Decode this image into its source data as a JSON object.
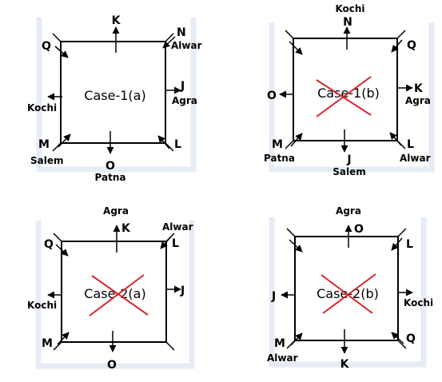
{
  "panels": [
    {
      "case_label": "Case-1(a)",
      "crossed": false,
      "labels": {
        "top": "K",
        "top_name": "",
        "top_left": "Q",
        "top_left_name": "",
        "top_right": "N",
        "top_right_name": "Alwar",
        "right": "J",
        "right_name": "Agra",
        "left": "",
        "left_name": "Kochi",
        "bottom_left": "M",
        "bottom_left_name": "Salem",
        "bottom_right": "L",
        "bottom_right_name": "",
        "bottom": "O",
        "bottom_name": "Patna"
      }
    },
    {
      "case_label": "Case-1(b)",
      "crossed": true,
      "labels": {
        "top": "N",
        "top_name": "Kochi",
        "top_left": "",
        "top_left_name": "",
        "top_right": "Q",
        "top_right_name": "",
        "right": "K",
        "right_name": "Agra",
        "left": "O",
        "left_name": "",
        "bottom_left": "M",
        "bottom_left_name": "Patna",
        "bottom_right": "L",
        "bottom_right_name": "Alwar",
        "bottom": "J",
        "bottom_name": "Salem"
      }
    },
    {
      "case_label": "Case-2(a)",
      "crossed": true,
      "labels": {
        "top": "K",
        "top_name": "Agra",
        "top_left": "Q",
        "top_left_name": "",
        "top_right": "L",
        "top_right_name": "Alwar",
        "right": "J",
        "right_name": "",
        "left": "",
        "left_name": "Kochi",
        "bottom_left": "M",
        "bottom_left_name": "",
        "bottom_right": "",
        "bottom_right_name": "",
        "bottom": "O",
        "bottom_name": ""
      }
    },
    {
      "case_label": "Case-2(b)",
      "crossed": true,
      "labels": {
        "top": "O",
        "top_name": "Agra",
        "top_left": "",
        "top_left_name": "",
        "top_right": "L",
        "top_right_name": "",
        "right": "",
        "right_name": "Kochi",
        "left": "J",
        "left_name": "",
        "bottom_left": "M",
        "bottom_left_name": "Alwar",
        "bottom_right": "Q",
        "bottom_right_name": "",
        "bottom": "K",
        "bottom_name": ""
      }
    }
  ]
}
